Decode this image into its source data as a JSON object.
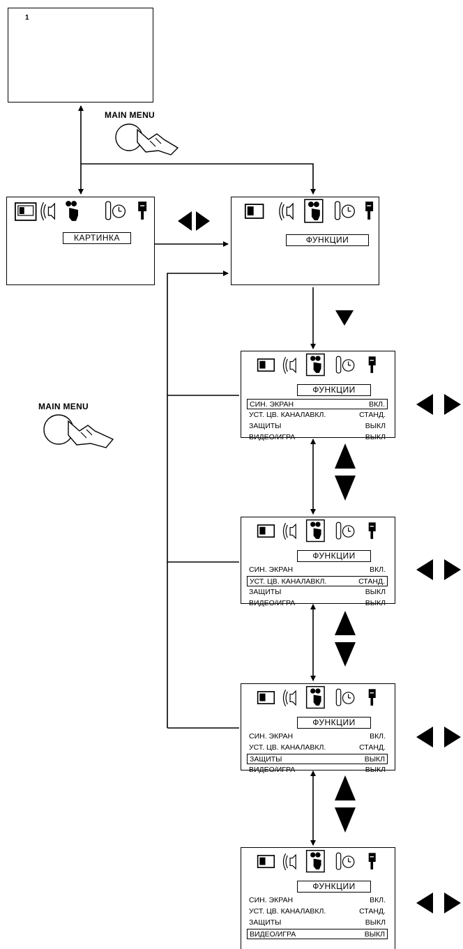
{
  "top_screen": {
    "number": "1"
  },
  "main_menu_button": {
    "label": "MAIN MENU"
  },
  "screens": {
    "picture": {
      "tab_label": "КАРТИНКА"
    },
    "functions": {
      "tab_label": "ФУНКЦИИ"
    }
  },
  "function_menu": {
    "title": "ФУНКЦИИ",
    "items": [
      {
        "label": "СИН. ЭКРАН",
        "value": "ВКЛ."
      },
      {
        "label": "УСТ. ЦВ. КАНАЛАВКЛ.",
        "value": "СТАНД."
      },
      {
        "label": "ЗАЩИТЫ",
        "value": "ВЫКЛ"
      },
      {
        "label": "ВИДЕО/ИГРА",
        "value": "ВЫКЛ"
      }
    ]
  },
  "icons": [
    "monitor-icon",
    "speaker-icon",
    "hand-icon",
    "clock-icon",
    "plug-icon",
    "left-right-arrows-icon",
    "up-down-arrows-icon",
    "down-arrow-icon",
    "pressing-hand-icon"
  ]
}
